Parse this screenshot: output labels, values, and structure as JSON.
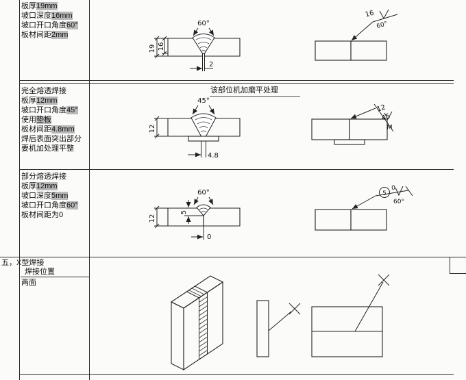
{
  "rows": [
    {
      "specs": [
        {
          "pre": "板厚",
          "hl": "19mm"
        },
        {
          "pre": "坡口深度",
          "hl": "16mm"
        },
        {
          "pre": "坡口开口角度",
          "hl": "60°"
        },
        {
          "pre": "板材间距",
          "hl": "2mm"
        }
      ],
      "dims": {
        "angle": "60°",
        "thickness": "19",
        "depth": "16",
        "gap": "2"
      },
      "symbol": {
        "depth": "16",
        "angle": "60°"
      }
    },
    {
      "specs": [
        {
          "pre": "完全熔透焊接",
          "hl": ""
        },
        {
          "pre": "板厚",
          "hl": "12mm"
        },
        {
          "pre": "坡口开口角度",
          "hl": "45°"
        },
        {
          "pre": "使用",
          "hl": "垫板"
        },
        {
          "pre": "板材间距",
          "hl": "4.8mm"
        },
        {
          "pre": "焊后表面突出部分",
          "hl": ""
        },
        {
          "pre": "要机加处理平整",
          "hl": ""
        }
      ],
      "note": "该部位机加磨平处理",
      "dims": {
        "angle": "45°",
        "thickness": "12",
        "gap": "4.8"
      },
      "symbol": {
        "thickness": "12",
        "angle": "45",
        "finish": "M"
      }
    },
    {
      "specs": [
        {
          "pre": "部分熔透焊接",
          "hl": ""
        },
        {
          "pre": "板厚",
          "hl": "12mm"
        },
        {
          "pre": "坡口深度",
          "hl": "5mm"
        },
        {
          "pre": "坡口开口角度",
          "hl": "60°"
        },
        {
          "pre": "板材间距为0",
          "hl": ""
        }
      ],
      "dims": {
        "angle": "60°",
        "thickness": "12",
        "depth": "5",
        "gap": "0"
      },
      "symbol": {
        "depth": "5",
        "gap": "0",
        "angle": "60°"
      }
    }
  ],
  "section": {
    "title": "五，X型焊接",
    "position_label": "焊接位置",
    "position_value": "两面"
  }
}
